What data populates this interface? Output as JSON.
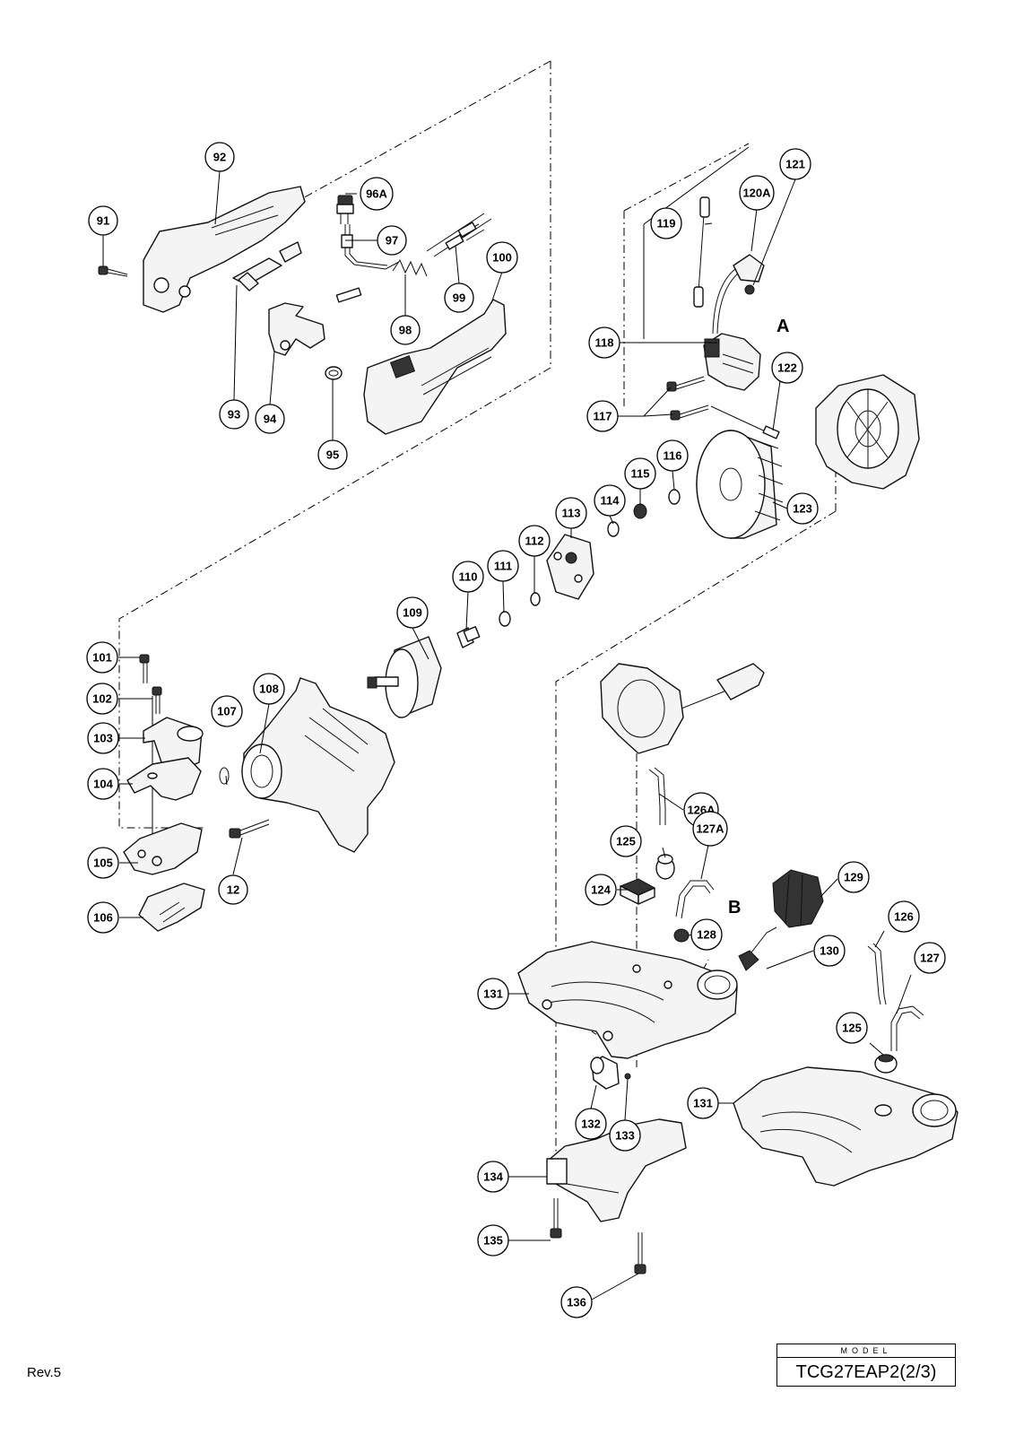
{
  "parts": [
    {
      "id": "p91",
      "label": "91"
    },
    {
      "id": "p92",
      "label": "92"
    },
    {
      "id": "p93",
      "label": "93"
    },
    {
      "id": "p94",
      "label": "94"
    },
    {
      "id": "p95",
      "label": "95"
    },
    {
      "id": "p96A",
      "label": "96A"
    },
    {
      "id": "p97",
      "label": "97"
    },
    {
      "id": "p98",
      "label": "98"
    },
    {
      "id": "p99",
      "label": "99"
    },
    {
      "id": "p100",
      "label": "100"
    },
    {
      "id": "p101",
      "label": "101"
    },
    {
      "id": "p102",
      "label": "102"
    },
    {
      "id": "p103",
      "label": "103"
    },
    {
      "id": "p104",
      "label": "104"
    },
    {
      "id": "p105",
      "label": "105"
    },
    {
      "id": "p106",
      "label": "106"
    },
    {
      "id": "p107",
      "label": "107"
    },
    {
      "id": "p108",
      "label": "108"
    },
    {
      "id": "p109",
      "label": "109"
    },
    {
      "id": "p110",
      "label": "110"
    },
    {
      "id": "p111",
      "label": "111"
    },
    {
      "id": "p112",
      "label": "112"
    },
    {
      "id": "p113",
      "label": "113"
    },
    {
      "id": "p114",
      "label": "114"
    },
    {
      "id": "p115",
      "label": "115"
    },
    {
      "id": "p116",
      "label": "116"
    },
    {
      "id": "p117",
      "label": "117"
    },
    {
      "id": "p118",
      "label": "118"
    },
    {
      "id": "p119",
      "label": "119"
    },
    {
      "id": "p120A",
      "label": "120A"
    },
    {
      "id": "p121",
      "label": "121"
    },
    {
      "id": "p122",
      "label": "122"
    },
    {
      "id": "p123",
      "label": "123"
    },
    {
      "id": "p12",
      "label": "12"
    },
    {
      "id": "p124",
      "label": "124"
    },
    {
      "id": "p125a",
      "label": "125"
    },
    {
      "id": "p125b",
      "label": "125"
    },
    {
      "id": "p126",
      "label": "126"
    },
    {
      "id": "p126A",
      "label": "126A"
    },
    {
      "id": "p127",
      "label": "127"
    },
    {
      "id": "p127A",
      "label": "127A"
    },
    {
      "id": "p128",
      "label": "128"
    },
    {
      "id": "p129",
      "label": "129"
    },
    {
      "id": "p130",
      "label": "130"
    },
    {
      "id": "p131a",
      "label": "131"
    },
    {
      "id": "p131b",
      "label": "131"
    },
    {
      "id": "p132",
      "label": "132"
    },
    {
      "id": "p133",
      "label": "133"
    },
    {
      "id": "p134",
      "label": "134"
    },
    {
      "id": "p135",
      "label": "135"
    },
    {
      "id": "p136",
      "label": "136"
    }
  ],
  "reference_letters": [
    {
      "id": "refA",
      "label": "A"
    },
    {
      "id": "refB",
      "label": "B"
    }
  ],
  "model": {
    "caption": "MODEL",
    "name": "TCG27EAP2(2/3)"
  },
  "revision": "Rev.5"
}
